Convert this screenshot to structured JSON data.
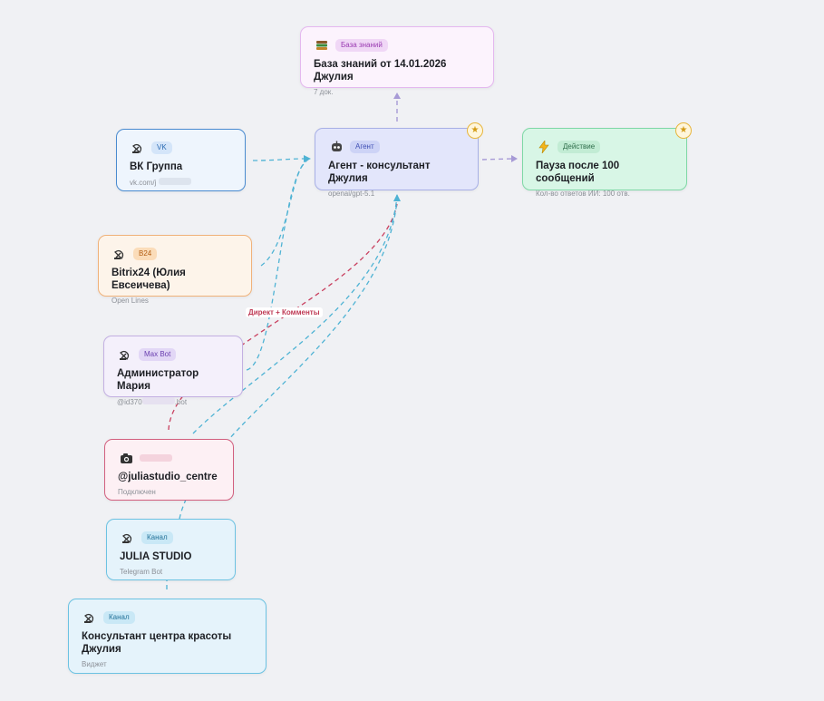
{
  "nodes": {
    "knowledge": {
      "badge": "База знаний",
      "title": "База знаний от 14.01.2026 Джулия",
      "sub": "7 док.",
      "icon": "books-icon"
    },
    "agent": {
      "badge": "Агент",
      "title": "Агент - консультант Джулия",
      "sub": "openai/gpt-5.1",
      "icon": "robot-icon"
    },
    "action": {
      "badge": "Действие",
      "title": "Пауза после 100 сообщений",
      "sub": "Кол-во ответов ИИ: 100 отв.",
      "icon": "lightning-icon"
    },
    "vk": {
      "badge": "VK",
      "title": "ВК Группа",
      "sub": "vk.com/j",
      "icon": "satellite-icon"
    },
    "bitrix": {
      "badge": "B24",
      "title": "Bitrix24 (Юлия Евсеичева)",
      "sub": "Open Lines",
      "icon": "satellite-icon"
    },
    "maxbot": {
      "badge": "Max Bot",
      "title": "Администратор Мария",
      "sub": "@id370",
      "sub_end": ".bot",
      "icon": "satellite-icon"
    },
    "instagram": {
      "badge": "",
      "title": "@juliastudio_centre",
      "sub": "Подключен",
      "icon": "camera-icon"
    },
    "telegram": {
      "badge": "Канал",
      "title": "JULIA STUDIO",
      "sub": "Telegram Bot",
      "icon": "satellite-icon"
    },
    "widget": {
      "badge": "Канал",
      "title": "Консультант центра красоты Джулия",
      "sub": "Виджет",
      "icon": "satellite-icon"
    }
  },
  "edge_labels": {
    "direct": "Директ + Комменты"
  },
  "stars": {
    "agent": "★",
    "action": "★"
  },
  "colors": {
    "edge_blue": "#4fb3d4",
    "edge_red": "#c9405f",
    "edge_purple": "#a79ad6",
    "background": "#f0f1f4"
  }
}
